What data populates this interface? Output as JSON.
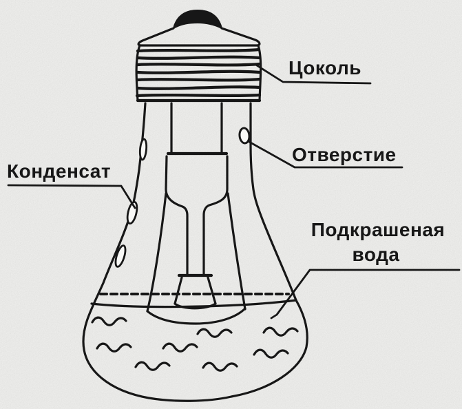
{
  "labels": {
    "cap": "Цоколь",
    "hole": "Отверстие",
    "condensate": "Конденсат",
    "water_line1": "Подкрашеная",
    "water_line2": "вода"
  },
  "colors": {
    "background": "#f8f8f6",
    "line": "#171717",
    "text": "#171717"
  }
}
